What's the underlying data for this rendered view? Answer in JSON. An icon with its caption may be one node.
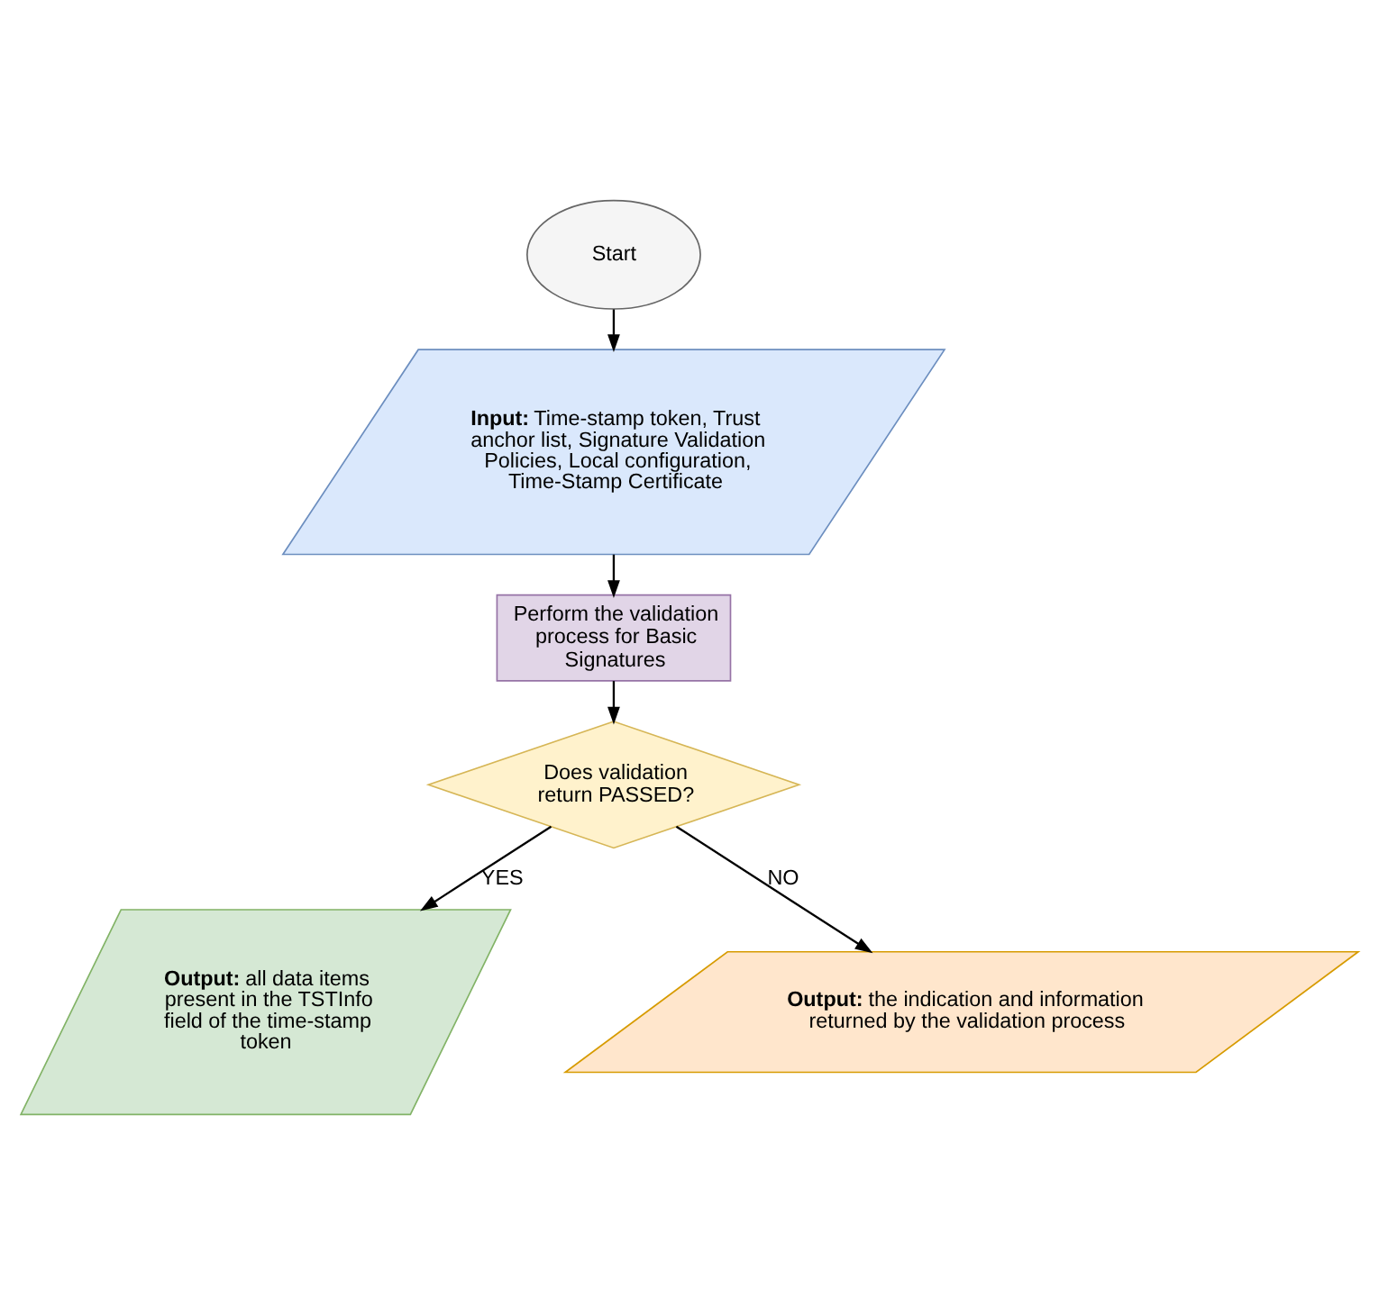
{
  "diagram": {
    "nodes": [
      {
        "text": [
          "Start"
        ]
      },
      {
        "text": [
          "**Input:** Time-stamp token, Trust anchor list, Signature Validation Policies, Local configuration, Time-Stamp Certificate"
        ]
      },
      {
        "text": [
          "Perform the validation process for Basic Signatures"
        ]
      },
      {
        "text": [
          "Does validation return PASSED?"
        ]
      },
      {
        "text": [
          "**Output:** all data items present in the TSTInfo field of the time-stamp token"
        ]
      },
      {
        "text": [
          "**Output:** the indication and information returned by the validation process"
        ]
      }
    ],
    "edges": [
      {
        "from": 0,
        "to": 1,
        "arrow": "to"
      },
      {
        "from": 1,
        "to": 2,
        "arrow": "to"
      },
      {
        "from": 2,
        "to": 3,
        "arrow": "to"
      },
      {
        "from": 3,
        "to": 4,
        "arrow": "to",
        "label": "YES"
      },
      {
        "from": 3,
        "to": 5,
        "arrow": "to",
        "label": "NO"
      }
    ]
  }
}
